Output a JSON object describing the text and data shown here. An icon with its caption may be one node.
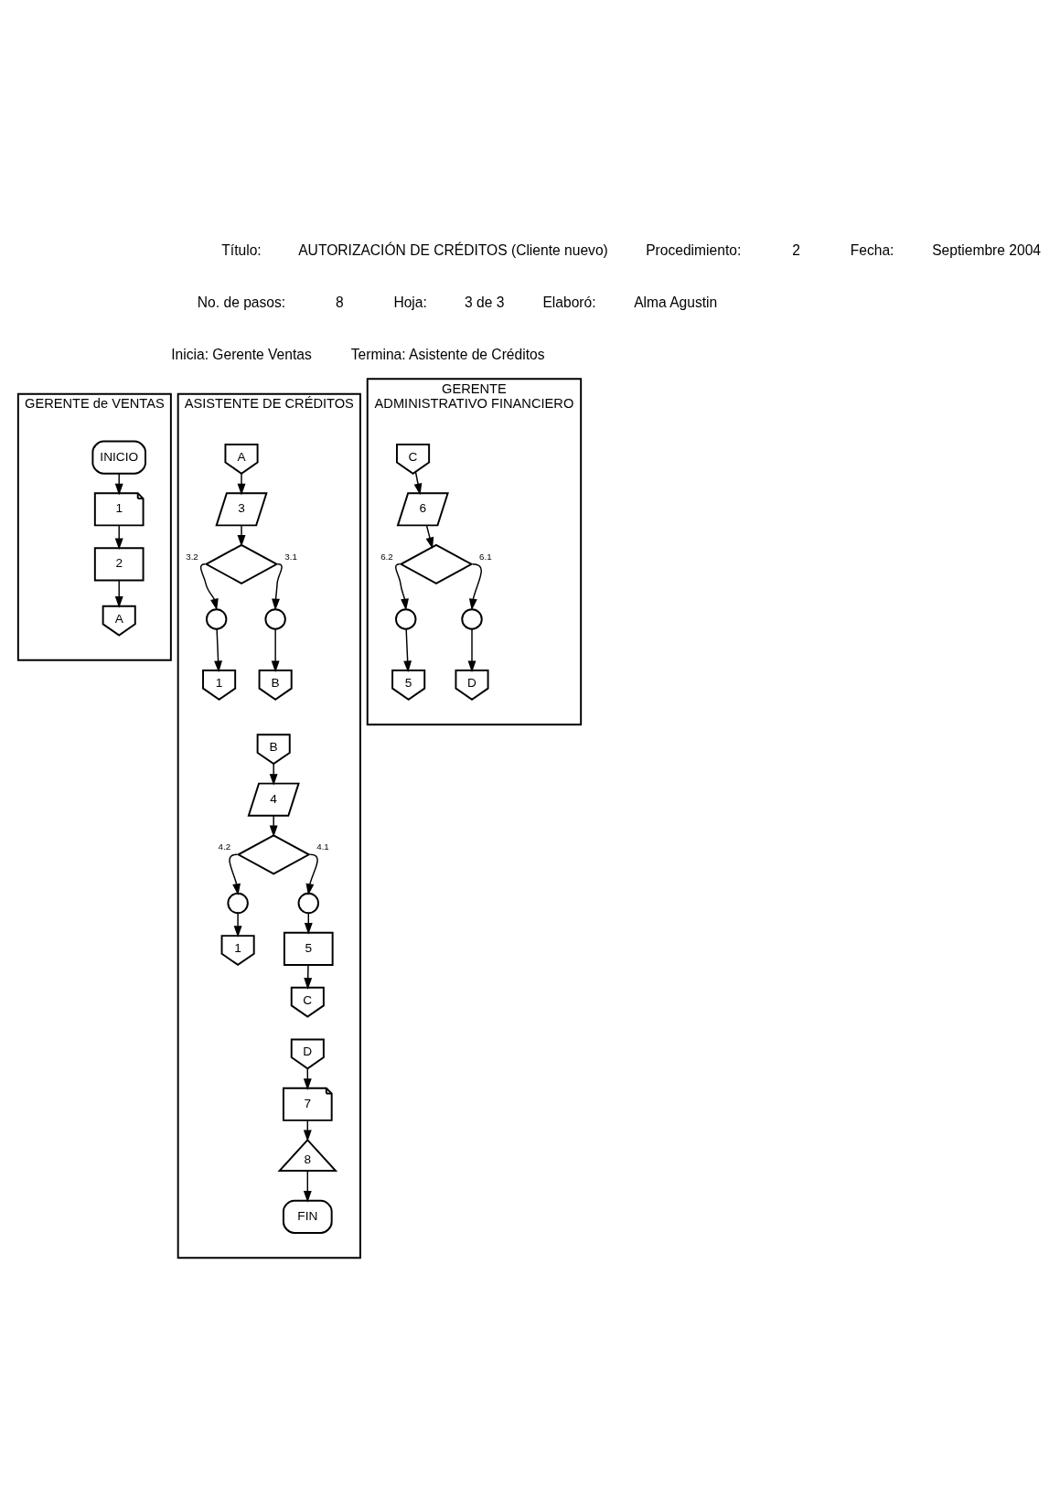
{
  "diagram": {
    "nodes": [
      {
        "text": [
          "GERENTE de VENTAS"
        ]
      },
      {
        "text": [
          "ASISTENTE DE CRÉDITOS"
        ]
      },
      {
        "text": [
          "GERENTE",
          "ADMINISTRATIVO FINANCIERO"
        ]
      },
      {
        "text": [
          "INICIO"
        ],
        "in": 0
      },
      {
        "text": [
          "1"
        ],
        "in": 0
      },
      {
        "text": [
          "2"
        ],
        "in": 0
      },
      {
        "text": [
          "A"
        ],
        "in": 0
      },
      {
        "text": [
          "A"
        ],
        "in": 1
      },
      {
        "text": [
          "3"
        ],
        "in": 1
      },
      {
        "text": [],
        "shape": "diamond",
        "in": 1
      },
      {
        "text": [],
        "shape": "circle",
        "in": 1
      },
      {
        "text": [],
        "shape": "circle",
        "in": 1
      },
      {
        "text": [
          "1"
        ],
        "in": 1
      },
      {
        "text": [
          "B"
        ],
        "in": 1
      },
      {
        "text": [
          "B"
        ],
        "in": 1
      },
      {
        "text": [
          "4"
        ],
        "in": 1
      },
      {
        "text": [],
        "shape": "diamond",
        "in": 1
      },
      {
        "text": [],
        "shape": "circle",
        "in": 1
      },
      {
        "text": [],
        "shape": "circle",
        "in": 1
      },
      {
        "text": [
          "1"
        ],
        "in": 1
      },
      {
        "text": [
          "5"
        ],
        "in": 1
      },
      {
        "text": [
          "C"
        ],
        "in": 1
      },
      {
        "text": [
          "D"
        ],
        "in": 1
      },
      {
        "text": [
          "7"
        ],
        "in": 1
      },
      {
        "text": [
          "8"
        ],
        "in": 1
      },
      {
        "text": [
          "FIN"
        ],
        "in": 1
      },
      {
        "text": [
          "C"
        ],
        "in": 2
      },
      {
        "text": [
          "6"
        ],
        "in": 2
      },
      {
        "text": [],
        "shape": "diamond",
        "in": 2
      },
      {
        "text": [],
        "shape": "circle",
        "in": 2
      },
      {
        "text": [],
        "shape": "circle",
        "in": 2
      },
      {
        "text": [
          "5"
        ],
        "in": 2
      },
      {
        "text": [
          "D"
        ],
        "in": 2
      }
    ],
    "edges": [
      {
        "from": 3,
        "to": 4,
        "arrow": "to"
      },
      {
        "from": 4,
        "to": 5,
        "arrow": "to"
      },
      {
        "from": 5,
        "to": 6,
        "arrow": "to"
      },
      {
        "from": 7,
        "to": 8,
        "arrow": "to"
      },
      {
        "from": 8,
        "to": 9,
        "arrow": "to"
      },
      {
        "from": 9,
        "to": 10,
        "arrow": "to",
        "label": "3.2"
      },
      {
        "from": 9,
        "to": 11,
        "arrow": "to",
        "label": "3.1"
      },
      {
        "from": 10,
        "to": 12,
        "arrow": "to"
      },
      {
        "from": 11,
        "to": 13,
        "arrow": "to"
      },
      {
        "from": 14,
        "to": 15,
        "arrow": "to"
      },
      {
        "from": 15,
        "to": 16,
        "arrow": "to"
      },
      {
        "from": 16,
        "to": 17,
        "arrow": "to",
        "label": "4.2"
      },
      {
        "from": 16,
        "to": 18,
        "arrow": "to",
        "label": "4.1"
      },
      {
        "from": 17,
        "to": 19,
        "arrow": "to"
      },
      {
        "from": 18,
        "to": 20,
        "arrow": "to"
      },
      {
        "from": 20,
        "to": 21,
        "arrow": "to"
      },
      {
        "from": 22,
        "to": 23,
        "arrow": "to"
      },
      {
        "from": 23,
        "to": 24,
        "arrow": "to"
      },
      {
        "from": 24,
        "to": 25,
        "arrow": "to"
      },
      {
        "from": 26,
        "to": 27,
        "arrow": "to"
      },
      {
        "from": 27,
        "to": 28,
        "arrow": "to"
      },
      {
        "from": 28,
        "to": 29,
        "arrow": "to",
        "label": "6.2"
      },
      {
        "from": 28,
        "to": 30,
        "arrow": "to",
        "label": "6.1"
      },
      {
        "from": 29,
        "to": 31,
        "arrow": "to"
      },
      {
        "from": 30,
        "to": 32,
        "arrow": "to"
      }
    ],
    "labels": [
      "Título:",
      "AUTORIZACIÓN DE CRÉDITOS (Cliente nuevo)",
      "Procedimiento:",
      "2",
      "No. de pasos:",
      "8",
      "Fecha:",
      "Septiembre 2004",
      "Hoja:",
      "3 de 3",
      "Elaboró:",
      "Alma Agustin",
      "Inicia: Gerente Ventas",
      "Termina: Asistente de Créditos"
    ]
  }
}
